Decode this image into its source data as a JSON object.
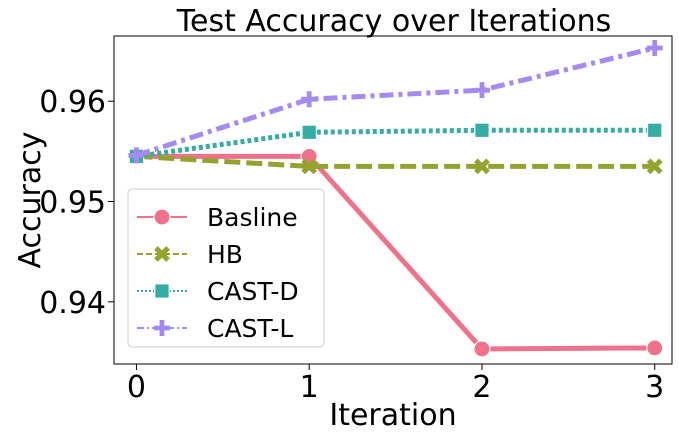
{
  "chart_data": {
    "type": "line",
    "title": "Test Accuracy over Iterations",
    "xlabel": "Iteration",
    "ylabel": "Accuracy",
    "x": [
      0,
      1,
      2,
      3
    ],
    "xticks": [
      0,
      1,
      2,
      3
    ],
    "yticks": [
      0.94,
      0.95,
      0.96
    ],
    "ytick_labels": [
      "0.94",
      "0.95",
      "0.96"
    ],
    "xlim": [
      -0.13,
      3.1
    ],
    "ylim": [
      0.9338,
      0.9665
    ],
    "grid": false,
    "legend_position": "lower-left",
    "series": [
      {
        "name": "Basline",
        "values": [
          0.9545,
          0.9545,
          0.9353,
          0.9354
        ],
        "color": "#f0728a",
        "marker": "circle",
        "dash": "solid"
      },
      {
        "name": "HB",
        "values": [
          0.9545,
          0.9535,
          0.9535,
          0.9535
        ],
        "color": "#94a32f",
        "marker": "x",
        "dash": "dashed"
      },
      {
        "name": "CAST-D",
        "values": [
          0.9545,
          0.9569,
          0.9571,
          0.9571
        ],
        "color": "#36ada4",
        "marker": "square",
        "dash": "dotted"
      },
      {
        "name": "CAST-L",
        "values": [
          0.9546,
          0.9602,
          0.9611,
          0.9653
        ],
        "color": "#a58af0",
        "marker": "plus",
        "dash": "dashdot"
      }
    ]
  }
}
